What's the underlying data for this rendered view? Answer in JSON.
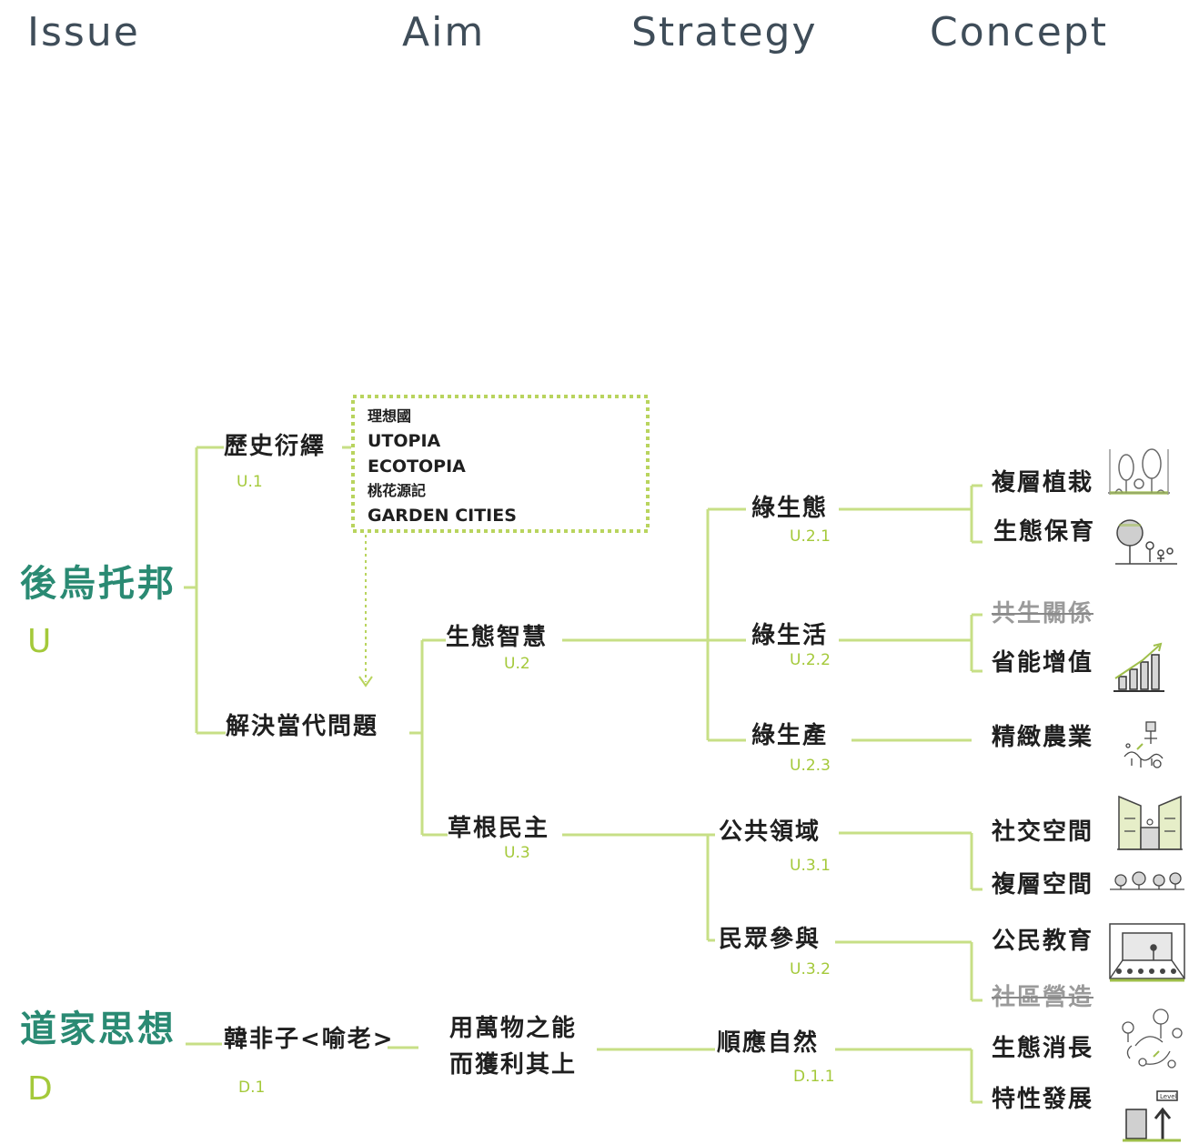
{
  "header": {
    "columns": [
      "Issue",
      "Aim",
      "Strategy",
      "Concept"
    ]
  },
  "colors": {
    "line": "#c7df86",
    "code": "#a4c93a",
    "root": "#2a8a73",
    "header": "#3f4d59",
    "dashed": "#b9d45e"
  },
  "roots": [
    {
      "label": "後烏托邦",
      "letter": "U"
    },
    {
      "label": "道家思想",
      "letter": "D"
    }
  ],
  "issues": [
    {
      "label": "歷史衍繹",
      "code": "U.1"
    },
    {
      "label": "解決當代問題"
    },
    {
      "label": "韓非子<喻老>",
      "code": "D.1"
    }
  ],
  "references": [
    "理想國",
    "UTOPIA",
    "ECOTOPIA",
    "桃花源記",
    "GARDEN CITIES"
  ],
  "aims": [
    {
      "label": "生態智慧",
      "code": "U.2"
    },
    {
      "label": "草根民主",
      "code": "U.3"
    },
    {
      "label_lines": [
        "用萬物之能",
        "而獲利其上"
      ]
    }
  ],
  "strategies": [
    {
      "label": "綠生態",
      "code": "U.2.1"
    },
    {
      "label": "綠生活",
      "code": "U.2.2"
    },
    {
      "label": "綠生產",
      "code": "U.2.3"
    },
    {
      "label": "公共領域",
      "code": "U.3.1"
    },
    {
      "label": "民眾參與",
      "code": "U.3.2"
    },
    {
      "label": "順應自然",
      "code": "D.1.1"
    }
  ],
  "concepts": [
    {
      "label": "複層植栽",
      "icon": "layered-planting-sketch-icon"
    },
    {
      "label": "生態保育",
      "icon": "tree-conservation-sketch-icon"
    },
    {
      "label": "共生關係",
      "struck": true
    },
    {
      "label": "省能增值",
      "icon": "rising-bar-chart-sketch-icon"
    },
    {
      "label": "精緻農業",
      "icon": "farm-plant-sketch-icon"
    },
    {
      "label": "社交空間",
      "icon": "social-space-section-sketch-icon"
    },
    {
      "label": "複層空間",
      "icon": "layered-space-sketch-icon"
    },
    {
      "label": "公民教育",
      "icon": "classroom-sketch-icon"
    },
    {
      "label": "社區營造",
      "struck": true
    },
    {
      "label": "生態消長",
      "icon": "ecological-cycle-sketch-icon"
    },
    {
      "label": "特性發展",
      "icon": "level-growth-sketch-icon"
    }
  ]
}
